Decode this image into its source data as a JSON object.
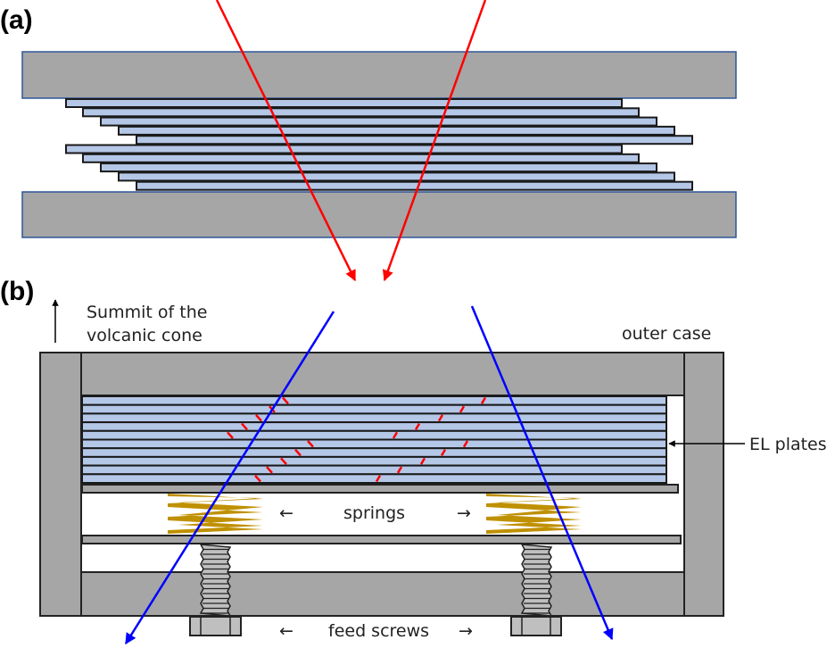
{
  "panels": {
    "a": {
      "label": "(a)"
    },
    "b": {
      "label": "(b)"
    }
  },
  "annotations": {
    "summit_line1": "Summit of the",
    "summit_line2": "volcanic cone",
    "outer_case": "outer case",
    "el_plates": "EL plates",
    "springs": "springs",
    "feed_screws": "feed screws",
    "left_arrow": "←",
    "right_arrow": "→"
  },
  "colors": {
    "incoming_ray": "#ff0000",
    "outgoing_ray": "#0000ff",
    "block_gray": "#a6a6a6",
    "plate_blue": "#b4c7e7",
    "spring_gold": "#bf9000"
  },
  "panel_a": {
    "plate_count": 10,
    "stagger_groups": 2,
    "plates_per_group": 5
  },
  "panel_b": {
    "plate_count": 10,
    "red_tracks_left_rows": [
      0,
      1,
      2,
      3,
      4,
      5,
      6,
      7,
      8,
      9
    ],
    "red_tracks_right_rows": [
      0,
      1,
      2,
      3,
      4,
      5,
      6,
      7,
      8,
      9
    ]
  }
}
